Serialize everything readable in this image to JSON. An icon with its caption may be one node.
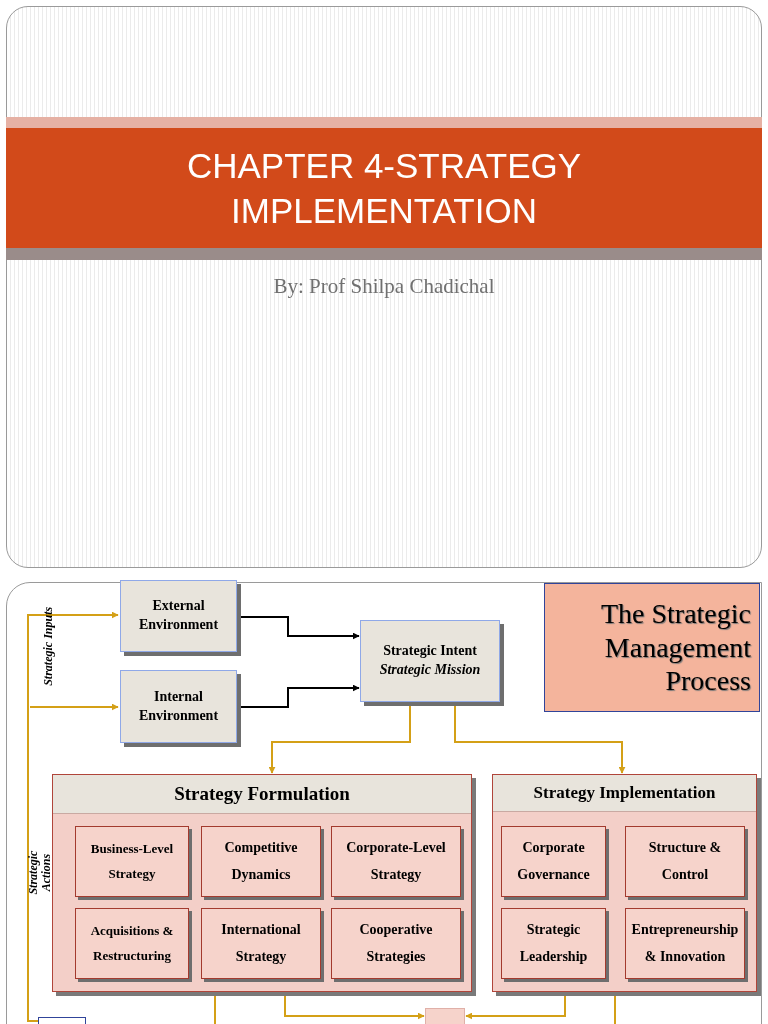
{
  "diagram": {
    "title": "CHAPTER 4-STRATEGY IMPLEMENTATION",
    "nodes": [
      {
        "text": [
          "External Environment"
        ]
      },
      {
        "text": [
          "Internal Environment"
        ]
      },
      {
        "text": [
          "Strategic Intent",
          "Strategic Mission"
        ]
      },
      {
        "text": [
          "The Strategic Management Process"
        ]
      },
      {
        "text": [
          "Strategy Formulation"
        ]
      },
      {
        "text": [
          "Business-Level Strategy"
        ],
        "in": 4
      },
      {
        "text": [
          "Competitive Dynamics"
        ],
        "in": 4
      },
      {
        "text": [
          "Corporate-Level Strategy"
        ],
        "in": 4
      },
      {
        "text": [
          "Acquisitions & Restructuring"
        ],
        "in": 4
      },
      {
        "text": [
          "International Strategy"
        ],
        "in": 4
      },
      {
        "text": [
          "Cooperative Strategies"
        ],
        "in": 4
      },
      {
        "text": [
          "Strategy Implementation"
        ]
      },
      {
        "text": [
          "Corporate Governance"
        ],
        "in": 11
      },
      {
        "text": [
          "Structure & Control"
        ],
        "in": 11
      },
      {
        "text": [
          "Strategic Leadership"
        ],
        "in": 11
      },
      {
        "text": [
          "Entrepreneurship & Innovation"
        ],
        "in": 11
      },
      {
        "text": [],
        "shape": "box"
      },
      {
        "text": [],
        "shape": "box"
      }
    ],
    "edges": [
      {
        "from": 16,
        "to": 0,
        "arrow": "to"
      },
      {
        "from": null,
        "to": 1,
        "arrow": "to"
      },
      {
        "from": 0,
        "to": 2,
        "arrow": "to",
        "color": "#000000"
      },
      {
        "from": 1,
        "to": 2,
        "arrow": "to",
        "color": "#000000"
      },
      {
        "from": 2,
        "to": 4,
        "arrow": "to"
      },
      {
        "from": 2,
        "to": 11,
        "arrow": "to"
      },
      {
        "from": 4,
        "to": 17,
        "arrow": "to"
      },
      {
        "from": 11,
        "to": 17,
        "arrow": "to"
      },
      {
        "from": 4,
        "to": null,
        "arrow": "none"
      },
      {
        "from": 11,
        "to": null,
        "arrow": "none"
      }
    ],
    "labels": [
      "By: Prof Shilpa Chadichal",
      "Strategic Inputs",
      "Strategic Actions"
    ]
  }
}
